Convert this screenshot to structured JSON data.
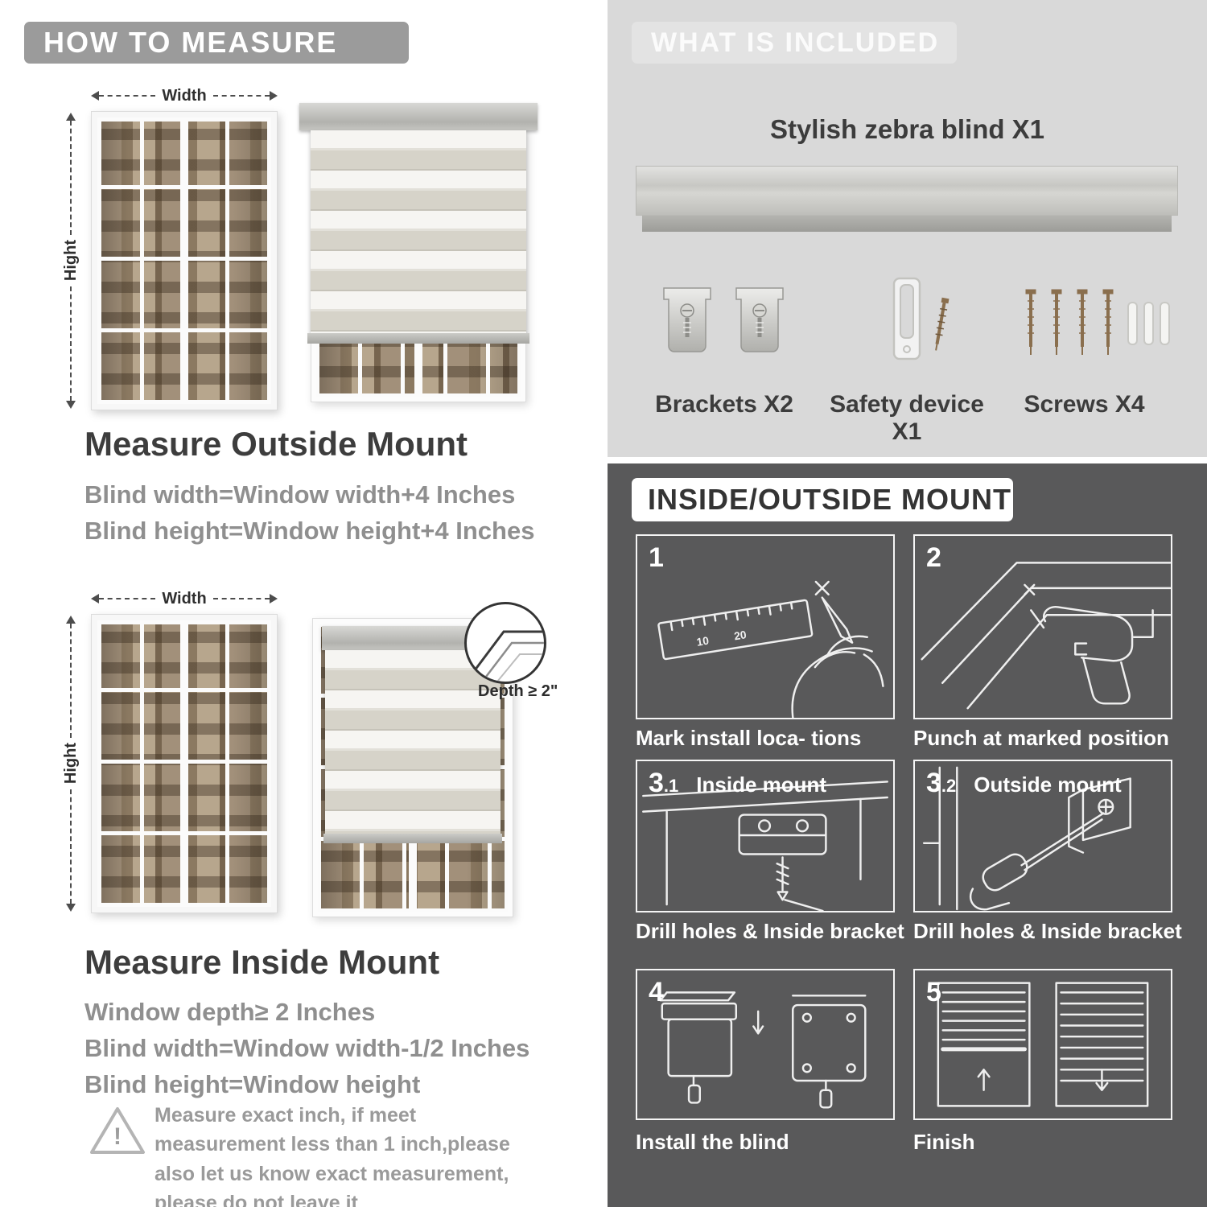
{
  "colors": {
    "header_pill": "#9b9b9b",
    "included_bg": "#d9d9d9",
    "included_pill": "#e3e3e3",
    "mount_bg": "#59595a",
    "heading_text": "#3d3d3d",
    "formula_text": "#8f8f8f"
  },
  "measure": {
    "header": "HOW TO MEASURE",
    "outside": {
      "width_label": "Width",
      "height_label": "Hight",
      "heading": "Measure Outside Mount",
      "line1": "Blind width=Window width+4 Inches",
      "line2": "Blind height=Window height+4 Inches"
    },
    "inside": {
      "width_label": "Width",
      "height_label": "Hight",
      "depth_label": "Depth ≥ 2\"",
      "heading": "Measure Inside Mount",
      "line1": "Window depth≥ 2 Inches",
      "line2": "Blind width=Window width-1/2 Inches",
      "line3": "Blind height=Window height"
    },
    "warning": {
      "mark": "!",
      "text": "Measure exact inch, if meet measurement less than 1 inch,please also let us know exact measurement, please do not leave it"
    }
  },
  "included": {
    "header": "WHAT IS INCLUDED",
    "blind_label": "Stylish zebra blind X1",
    "items": [
      {
        "label": "Brackets X2"
      },
      {
        "label": "Safety device X1"
      },
      {
        "label": "Screws X4"
      }
    ]
  },
  "mount": {
    "header": "INSIDE/OUTSIDE MOUNT",
    "steps": [
      {
        "num": "1",
        "caption": "Mark install loca- tions",
        "ruler_mark_a": "10",
        "ruler_mark_b": "20"
      },
      {
        "num": "2",
        "caption": "Punch at  marked position"
      },
      {
        "num": "3",
        "sub": ".1",
        "label": "Inside mount",
        "caption": "Drill holes &  Inside bracket"
      },
      {
        "num": "3",
        "sub": ".2",
        "label": "Outside mount",
        "caption": "Drill holes &  Inside bracket"
      },
      {
        "num": "4",
        "caption": "Install the blind"
      },
      {
        "num": "5",
        "caption": "Finish"
      }
    ]
  }
}
